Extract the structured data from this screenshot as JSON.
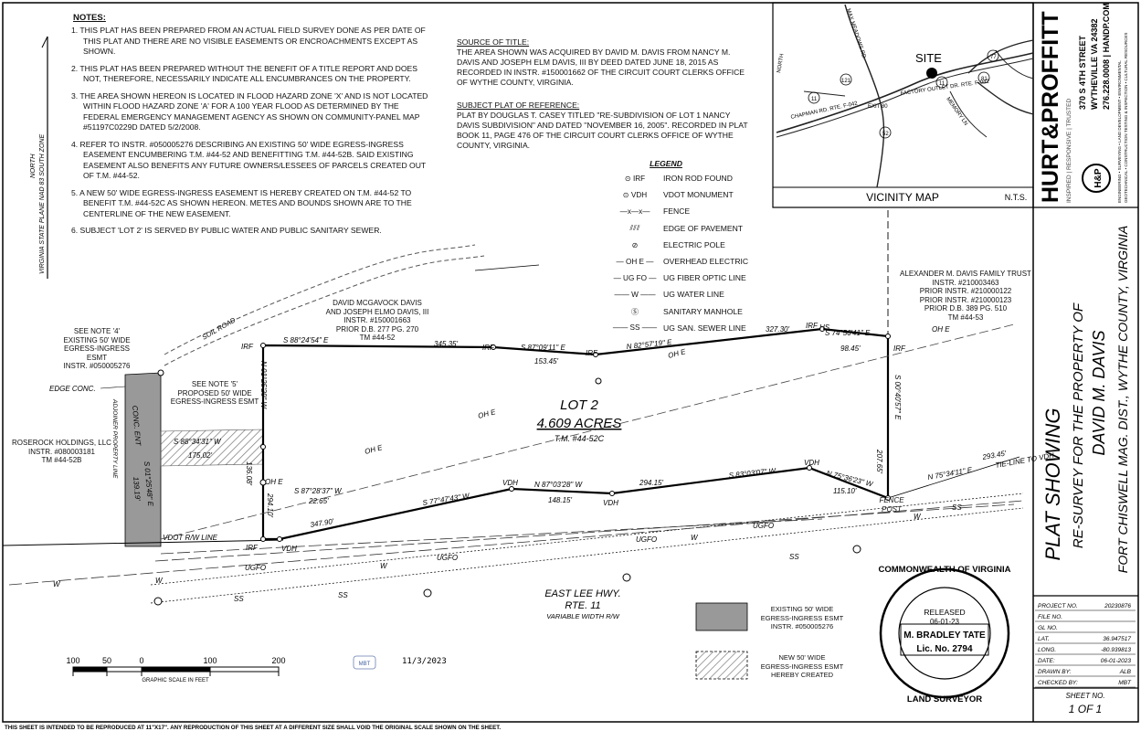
{
  "notes": {
    "title": "NOTES:",
    "items": [
      "1. THIS PLAT HAS BEEN PREPARED FROM AN ACTUAL FIELD SURVEY DONE AS PER DATE OF THIS PLAT AND THERE ARE NO VISIBLE EASEMENTS OR ENCROACHMENTS EXCEPT AS SHOWN.",
      "2. THIS PLAT HAS BEEN PREPARED WITHOUT THE BENEFIT OF A TITLE REPORT AND DOES NOT, THEREFORE, NECESSARILY INDICATE ALL ENCUMBRANCES ON THE PROPERTY.",
      "3. THE AREA SHOWN HEREON IS LOCATED IN FLOOD HAZARD ZONE 'X' AND IS NOT LOCATED WITHIN FLOOD HAZARD ZONE 'A' FOR A 100 YEAR FLOOD AS DETERMINED BY THE FEDERAL EMERGENCY MANAGEMENT AGENCY AS SHOWN ON COMMUNITY-PANEL MAP #51197C0229D DATED 5/2/2008.",
      "4. REFER TO INSTR. #050005276 DESCRIBING AN EXISTING 50' WIDE EGRESS-INGRESS EASEMENT ENCUMBERING T.M. #44-52 AND BENEFITTING T.M. #44-52B.   SAID EXISTING EASEMENT ALSO BENEFITS ANY FUTURE OWNERS/LESSEES OF PARCELS CREATED OUT OF T.M. #44-52.",
      "5. A NEW 50' WIDE EGRESS-INGRESS EASEMENT IS HEREBY CREATED ON T.M. #44-52 TO BENEFIT T.M. #44-52C AS SHOWN HEREON.  METES AND BOUNDS SHOWN ARE TO THE CENTERLINE OF THE NEW EASEMENT.",
      "6. SUBJECT 'LOT 2' IS SERVED BY PUBLIC WATER AND PUBLIC SANITARY SEWER."
    ]
  },
  "source": {
    "title_heading": "SOURCE OF TITLE:",
    "title_text": "THE AREA SHOWN WAS ACQUIRED BY DAVID M. DAVIS FROM NANCY M. DAVIS AND JOSEPH ELM DAVIS, III BY DEED DATED JUNE 18, 2015 AS RECORDED IN INSTR. #150001662 OF THE CIRCUIT COURT CLERKS OFFICE OF WYTHE COUNTY, VIRGINIA.",
    "plat_heading": "SUBJECT PLAT OF REFERENCE:",
    "plat_text": "PLAT BY DOUGLAS T. CASEY TITLED \"RE-SUBDIVISION OF LOT 1 NANCY DAVIS SUBDIVISION\" AND DATED \"NOVEMBER 16, 2005\". RECORDED IN PLAT BOOK 11, PAGE 476  OF THE CIRCUIT COURT CLERKS OFFICE OF WYTHE COUNTY, VIRGINIA."
  },
  "legend": {
    "title": "LEGEND",
    "items": [
      {
        "sym": "⊙  IRF",
        "label": "IRON ROD FOUND"
      },
      {
        "sym": "⊙  VDH",
        "label": "VDOT MONUMENT"
      },
      {
        "sym": "—x—x—",
        "label": "FENCE"
      },
      {
        "sym": "⫽⫽⫽",
        "label": "EDGE OF PAVEMENT"
      },
      {
        "sym": "⊘",
        "label": "ELECTRIC POLE"
      },
      {
        "sym": "— OH E —",
        "label": "OVERHEAD ELECTRIC"
      },
      {
        "sym": "— UG FO —",
        "label": "UG FIBER OPTIC LINE"
      },
      {
        "sym": "—— W ——",
        "label": "UG WATER LINE"
      },
      {
        "sym": "Ⓢ",
        "label": "SANITARY MANHOLE"
      },
      {
        "sym": "—— SS ——",
        "label": "UG SAN. SEWER LINE"
      }
    ]
  },
  "vicinity": {
    "title": "VICINITY  MAP",
    "nts": "N.T.S.",
    "site": "SITE",
    "labels": {
      "road1": "MAX MEADOWS RD.",
      "north": "NORTH",
      "r121": "121",
      "r11a": "11",
      "r11b": "11",
      "r81": "81",
      "r77": "77",
      "r52": "52",
      "exit": "EXIT 80",
      "chapman": "CHAPMAN RD. RTE. F-042",
      "factory": "FACTORY OUTLET DR. RTE. F-042",
      "memory": "MEMORY LN"
    }
  },
  "firm": {
    "name": "HURT&PROFFITT",
    "tagline": "INSPIRED | RESPONSIVE | TRUSTED",
    "addr1": "370 S 4TH STREET",
    "addr2": "WYTHEVILLE VA 24382",
    "addr3": "276.228.0008 | HANDP.COM",
    "services1": "ENGINEERING • SURVEYING • LAND DEVELOPMENT • ENVIRONMENTAL",
    "services2": "GEOTECHNICAL • CONSTRUCTION TESTING & INSPECTION • CULTURAL RESOURCES",
    "logo": "H&P"
  },
  "title_block": {
    "line1": "PLAT SHOWING",
    "line2": "RE-SURVEY FOR THE PROPERTY OF",
    "line3": "DAVID M. DAVIS",
    "line4": "FORT CHISWELL MAG. DIST., WYTHE COUNTY, VIRGINIA"
  },
  "project_info": {
    "rows": [
      {
        "label": "PROJECT NO.",
        "value": "20230876"
      },
      {
        "label": "FILE NO.",
        "value": ""
      },
      {
        "label": "GL NO.",
        "value": ""
      },
      {
        "label": "LAT.",
        "value": "36.947517"
      },
      {
        "label": "LONG.",
        "value": "-80.939813"
      },
      {
        "label": "DATE:",
        "value": "06-01-2023"
      },
      {
        "label": "DRAWN BY:",
        "value": "ALB"
      },
      {
        "label": "CHECKED BY:",
        "value": "MBT"
      }
    ],
    "sheet_label": "SHEET NO.",
    "sheet_value": "1 OF 1"
  },
  "seal": {
    "top": "COMMONWEALTH OF VIRGINIA",
    "bottom": "LAND SURVEYOR",
    "released": "RELEASED",
    "released_date": "06-01-23",
    "name": "M. BRADLEY TATE",
    "lic": "Lic. No. 2794"
  },
  "lot": {
    "name": "LOT 2",
    "acres": "4.609 ACRES",
    "tm": "T.M. #44-52C"
  },
  "plat": {
    "state_plane": "VIRGINIA STATE PLANE NAD 83 SOUTH ZONE",
    "north": "NORTH",
    "bearings": {
      "b1": "S 88°24'54\" E",
      "d1": "345.35'",
      "b2": "S 87°09'11\" E",
      "d2": "153.45'",
      "b3": "N 82°57'19\" E",
      "d3": "327.30'",
      "b4": "S 74°56'41\" E",
      "d4": "98.45'",
      "b5": "S 00°40'57\" E",
      "d5": "207.65'",
      "b6": "N 75°34'11\" E",
      "d6": "293.45'",
      "b7": "N 75°36'23\" W",
      "d7": "115.10'",
      "b8": "S 83°03'07\" W",
      "d8": "294.15'",
      "b9": "N 87°03'28\" W",
      "d9": "148.15'",
      "b10": "S 77°47'43\" W",
      "d10": "347.90'",
      "b11": "S 87°28'37\" W",
      "d11": "22.65'",
      "d12": "294.10'",
      "b13": "N 01°25'29\" W",
      "d13": "136.08'",
      "b14": "S 88°34'31\" W",
      "d14": "175.02'",
      "b15": "S 01°25'48\" E",
      "d15": "139.19'"
    },
    "labels": {
      "irf": "IRF",
      "vdh": "VDH",
      "ohe": "OH E",
      "ugfo": "UGFO",
      "w": "W",
      "ss": "SS",
      "soil_road": "SOIL ROAD",
      "tie_line": "TIE-LINE TO VDH",
      "fence_post": "FENCE\nPOST",
      "vdot_rw": "VDOT R/W LINE",
      "edge_conc": "EDGE CONC.",
      "conc_ent": "CONC. ENT",
      "adjoiner": "ADJOINER PROPERTY LINE",
      "hs": "HS"
    },
    "owners": {
      "north": "DAVID MCGAVOCK DAVIS\nAND JOSEPH ELMO DAVIS, III\nINSTR. #150001663\nPRIOR D.B. 277 PG. 270\nTM #44-52",
      "east": "ALEXANDER M. DAVIS FAMILY TRUST\nINSTR. #210003463\nPRIOR INSTR. #210000122\nPRIOR INSTR. #210000123\nPRIOR D.B. 389 PG. 510\nTM #44-53",
      "west": "ROSEROCK HOLDINGS, LLC\nINSTR. #080003181\nTM #44-52B",
      "note4": "SEE NOTE '4'\nEXISTING 50' WIDE\nEGRESS-INGRESS ESMT\nINSTR. #050005276",
      "note5": "SEE NOTE '5'\nPROPOSED 50' WIDE\nEGRESS-INGRESS ESMT"
    },
    "highway": {
      "name": "EAST LEE HWY.",
      "route": "RTE. 11",
      "width": "VARIABLE WIDTH R/W"
    }
  },
  "esmt_legend": {
    "existing": "EXISTING 50' WIDE\nEGRESS-INGRESS ESMT\nINSTR. #050005276",
    "new": "NEW 50' WIDE\nEGRESS-INGRESS ESMT\nHEREBY CREATED"
  },
  "scale": {
    "ticks": [
      "100",
      "50",
      "0",
      "100",
      "200"
    ],
    "caption": "GRAPHIC SCALE IN FEET"
  },
  "signature": {
    "initials": "MBT",
    "date": "11/3/2023"
  },
  "footer": "THIS SHEET IS INTENDED TO BE REPRODUCED AT 11\"X17\". ANY REPRODUCTION OF THIS SHEET AT A DIFFERENT SIZE SHALL VOID THE ORIGINAL SCALE SHOWN ON THE SHEET."
}
